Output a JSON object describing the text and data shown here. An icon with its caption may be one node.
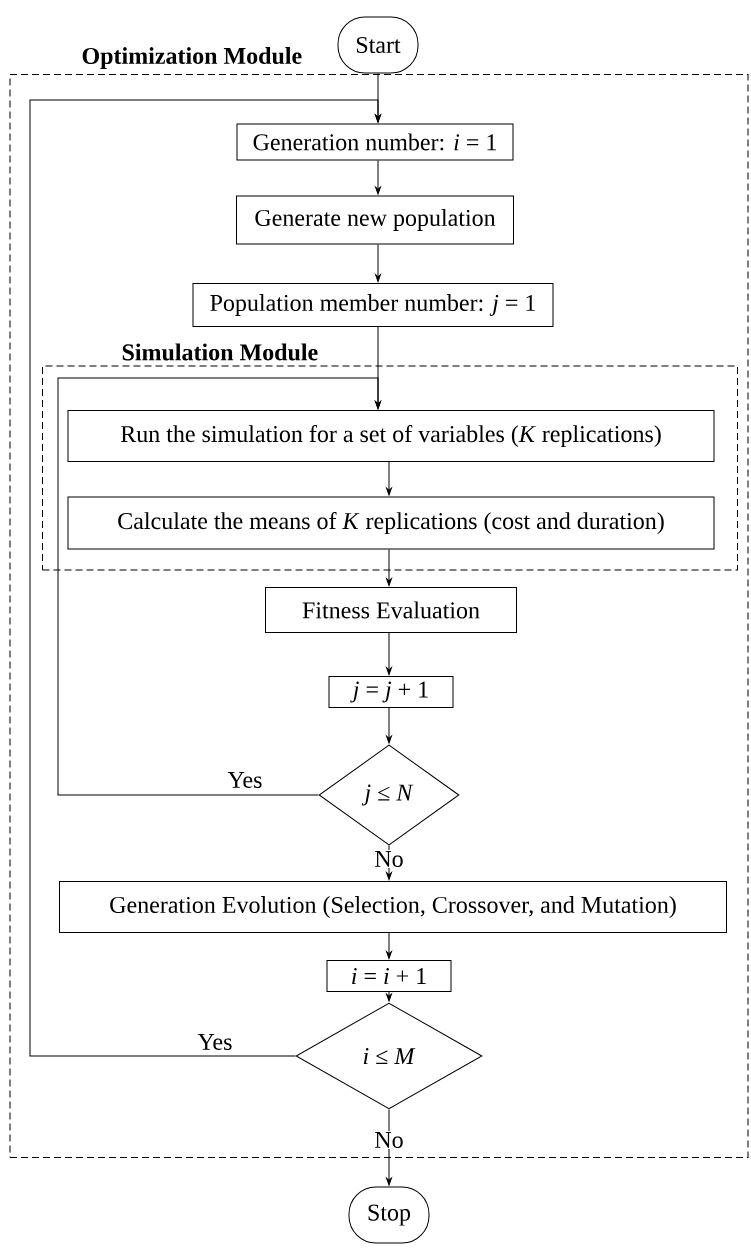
{
  "diagram": {
    "nodes": [
      {
        "text": [
          "Start"
        ]
      },
      {
        "text": [
          "Optimization Module"
        ]
      },
      {
        "text": [
          "Generation number: *i* = 1"
        ],
        "in": 1
      },
      {
        "text": [
          "Generate new population"
        ],
        "in": 1
      },
      {
        "text": [
          "Population member number: *j* = 1"
        ],
        "in": 1
      },
      {
        "text": [
          "Simulation Module"
        ],
        "in": 1
      },
      {
        "text": [
          "Run the simulation for a set of variables (*K* replications)"
        ],
        "in": 5
      },
      {
        "text": [
          "Calculate the means of *K* replications (cost and duration)"
        ],
        "in": 5
      },
      {
        "text": [
          "Fitness Evaluation"
        ],
        "in": 1
      },
      {
        "text": [
          "*j* = *j* + 1"
        ],
        "in": 1
      },
      {
        "text": [
          "*j* ≤ *N*"
        ],
        "in": 1
      },
      {
        "text": [
          "Generation Evolution (Selection, Crossover, and Mutation)"
        ],
        "in": 1
      },
      {
        "text": [
          "*i* = *i* + 1"
        ],
        "in": 1
      },
      {
        "text": [
          "*i* ≤ *M*"
        ],
        "in": 1
      },
      {
        "text": [
          "Stop"
        ]
      }
    ],
    "edges": [
      {
        "from": 0,
        "to": 2,
        "arrow": "to"
      },
      {
        "from": 2,
        "to": 3,
        "arrow": "to"
      },
      {
        "from": 3,
        "to": 4,
        "arrow": "to"
      },
      {
        "from": 4,
        "to": 6,
        "arrow": "to"
      },
      {
        "from": 6,
        "to": 7,
        "arrow": "to"
      },
      {
        "from": 7,
        "to": 8,
        "arrow": "to"
      },
      {
        "from": 8,
        "to": 9,
        "arrow": "to"
      },
      {
        "from": 9,
        "to": 10,
        "arrow": "to"
      },
      {
        "from": 10,
        "to": 11,
        "arrow": "to",
        "label": "No"
      },
      {
        "from": 10,
        "to": 6,
        "arrow": "to",
        "label": "Yes"
      },
      {
        "from": 11,
        "to": 12,
        "arrow": "to"
      },
      {
        "from": 12,
        "to": 13,
        "arrow": "to"
      },
      {
        "from": 13,
        "to": 2,
        "arrow": "to",
        "label": "Yes"
      },
      {
        "from": 13,
        "to": 14,
        "arrow": "to",
        "label": "No"
      }
    ]
  }
}
